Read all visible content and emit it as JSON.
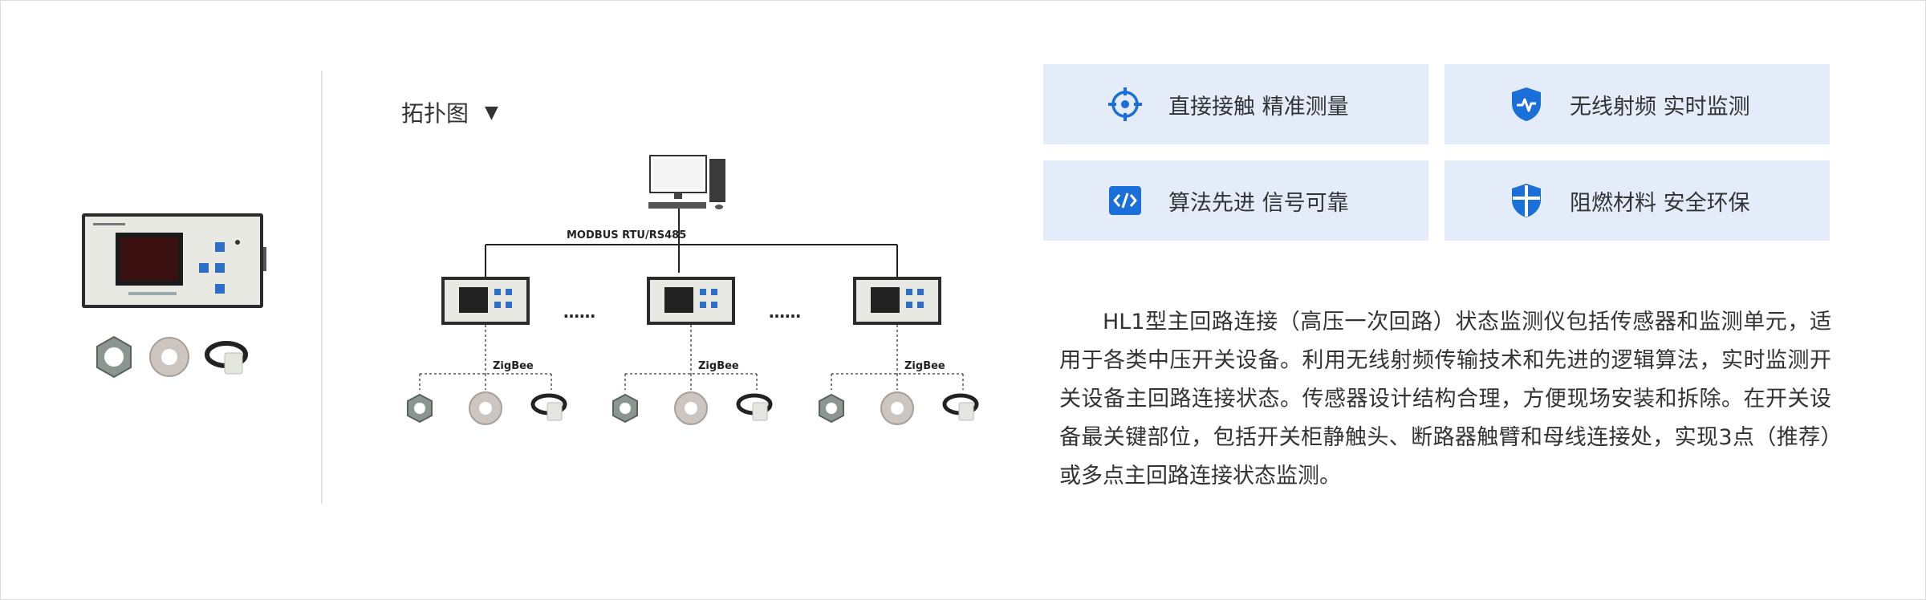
{
  "topology": {
    "title": "拓扑图",
    "toggle_icon": "triangle-down-icon",
    "bus_label": "MODBUS RTU/RS485",
    "ellipsis": "……",
    "zigbee_label": "ZigBee"
  },
  "features": [
    {
      "icon": "crosshair-icon",
      "label": "直接接触 精准测量"
    },
    {
      "icon": "shield-pulse-icon",
      "label": "无线射频 实时监测"
    },
    {
      "icon": "code-icon",
      "label": "算法先进 信号可靠"
    },
    {
      "icon": "shield-cross-icon",
      "label": "阻燃材料 安全环保"
    }
  ],
  "description": "HL1型主回路连接（高压一次回路）状态监测仪包括传感器和监测单元，适用于各类中压开关设备。利用无线射频传输技术和先进的逻辑算法，实时监测开关设备主回路连接状态。传感器设计结构合理，方便现场安装和拆除。在开关设备最关键部位，包括开关柜静触头、断路器触臂和母线连接处，实现3点（推荐）或多点主回路连接状态监测。",
  "colors": {
    "accent": "#1a6fd8",
    "card_bg": "#e3ecf8"
  }
}
